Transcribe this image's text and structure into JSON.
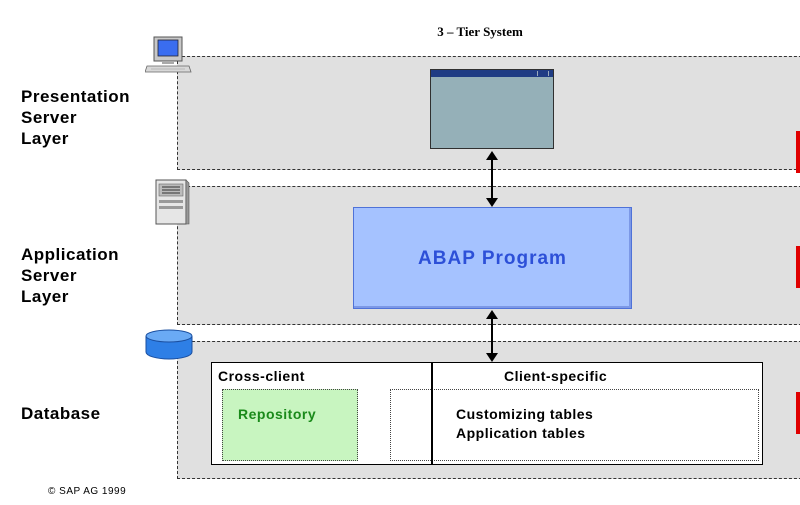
{
  "title": "3 – Tier System",
  "layers": {
    "presentation": [
      "Presentation",
      "Server",
      "Layer"
    ],
    "application": [
      "Application",
      "Server",
      "Layer"
    ],
    "database": "Database"
  },
  "abap_program": "ABAP Program",
  "database": {
    "cross_client": "Cross-client",
    "client_specific": "Client-specific",
    "repository": "Repository",
    "customizing_tables": "Customizing tables",
    "application_tables": "Application tables"
  },
  "icons": [
    "computer-icon",
    "server-icon",
    "database-icon"
  ],
  "colors": {
    "layer_bg": "#e0e0e0",
    "abap_fill": "#a5c2ff",
    "abap_text": "#2d50d8",
    "repository_fill": "#c8f5c0",
    "repository_text": "#1a8a1a",
    "window_fill": "#95b0b8",
    "window_titlebar": "#1f3c84",
    "accent_red": "#e00000"
  },
  "copyright": "©  SAP AG 1999"
}
